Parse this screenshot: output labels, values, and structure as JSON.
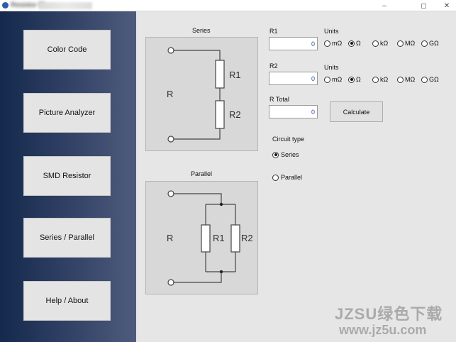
{
  "window": {
    "title": "Resistor Pi",
    "minimize_glyph": "–",
    "close_glyph": "✕"
  },
  "sidebar": {
    "items": [
      {
        "label": "Color Code"
      },
      {
        "label": "Picture Analyzer"
      },
      {
        "label": "SMD Resistor"
      },
      {
        "label": "Series / Parallel"
      },
      {
        "label": "Help / About"
      }
    ]
  },
  "series_diagram": {
    "caption": "Series",
    "total_label": "R",
    "r1_label": "R1",
    "r2_label": "R2"
  },
  "parallel_diagram": {
    "caption": "Parallel",
    "total_label": "R",
    "r1_label": "R1",
    "r2_label": "R2"
  },
  "r1": {
    "label": "R1",
    "value": "0",
    "units_label": "Units",
    "units": [
      "mΩ",
      "Ω",
      "kΩ",
      "MΩ",
      "GΩ"
    ],
    "selected_unit": "Ω"
  },
  "r2": {
    "label": "R2",
    "value": "0",
    "units_label": "Units",
    "units": [
      "mΩ",
      "Ω",
      "kΩ",
      "MΩ",
      "GΩ"
    ],
    "selected_unit": "Ω"
  },
  "r_total": {
    "label": "R Total",
    "value": "0"
  },
  "calculate_label": "Calculate",
  "circuit_type": {
    "label": "Circuit type",
    "options": [
      "Series",
      "Parallel"
    ],
    "selected": "Series"
  },
  "watermark": {
    "line1": "JZSU绿色下载",
    "line2": "www.jz5u.com"
  },
  "colors": {
    "sidebar_dark": "#14294d",
    "sidebar_light": "#4e5b7c",
    "content_bg": "#e6e6e6",
    "value_text": "#2a4fa0"
  }
}
